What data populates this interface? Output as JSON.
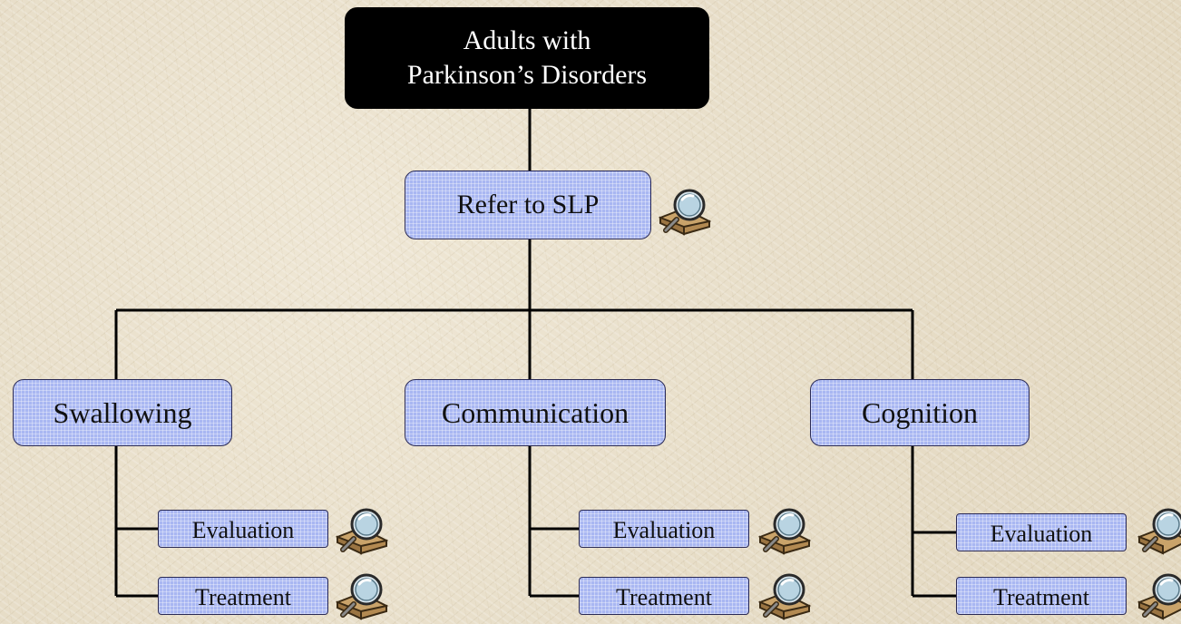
{
  "diagram": {
    "root": {
      "line1": "Adults with",
      "line2": "Parkinson’s Disorders"
    },
    "refer": {
      "label": "Refer to SLP",
      "icon": "magnifier-icon"
    },
    "categories": [
      {
        "label": "Swallowing",
        "evaluation_label": "Evaluation",
        "treatment_label": "Treatment"
      },
      {
        "label": "Communication",
        "evaluation_label": "Evaluation",
        "treatment_label": "Treatment"
      },
      {
        "label": "Cognition",
        "evaluation_label": "Evaluation",
        "treatment_label": "Treatment"
      }
    ],
    "leaf_icon": "magnifier-icon",
    "colors": {
      "root_fill": "#000000",
      "root_text": "#ffffff",
      "box_fill": "#a9b7f2",
      "box_border": "#2a2a55",
      "connector": "#000000",
      "background": "#e9e0cc"
    }
  }
}
